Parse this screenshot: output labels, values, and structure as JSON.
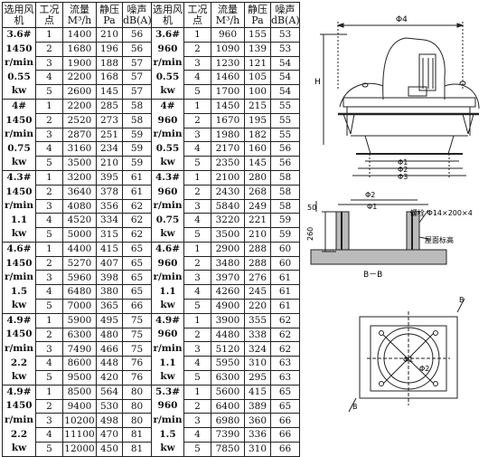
{
  "header": {
    "fan": "选用风机",
    "condition": "工况点",
    "flow": "流量M³/h",
    "pressure": "静压Pa",
    "noise": "噪声dB(A)"
  },
  "left_table": [
    {
      "fan": [
        "3.6#",
        "1450",
        "r/min",
        "0.55",
        "kw"
      ],
      "rows": [
        [
          "1",
          "1400",
          "210",
          "56"
        ],
        [
          "2",
          "1680",
          "196",
          "56"
        ],
        [
          "3",
          "1900",
          "188",
          "57"
        ],
        [
          "4",
          "2200",
          "168",
          "57"
        ],
        [
          "5",
          "2600",
          "145",
          "57"
        ]
      ]
    },
    {
      "fan": [
        "4#",
        "1450",
        "r/min",
        "0.75",
        "kw"
      ],
      "rows": [
        [
          "1",
          "2200",
          "285",
          "58"
        ],
        [
          "2",
          "2520",
          "273",
          "58"
        ],
        [
          "3",
          "2870",
          "251",
          "59"
        ],
        [
          "4",
          "3160",
          "234",
          "59"
        ],
        [
          "5",
          "3500",
          "210",
          "59"
        ]
      ]
    },
    {
      "fan": [
        "4.3#",
        "1450",
        "r/min",
        "1.1",
        "kw"
      ],
      "rows": [
        [
          "1",
          "3200",
          "395",
          "61"
        ],
        [
          "2",
          "3640",
          "378",
          "61"
        ],
        [
          "3",
          "4080",
          "356",
          "62"
        ],
        [
          "4",
          "4520",
          "334",
          "62"
        ],
        [
          "5",
          "5000",
          "315",
          "62"
        ]
      ]
    },
    {
      "fan": [
        "4.6#",
        "1450",
        "r/min",
        "1.5",
        "kw"
      ],
      "rows": [
        [
          "1",
          "4400",
          "415",
          "65"
        ],
        [
          "2",
          "5270",
          "407",
          "65"
        ],
        [
          "3",
          "5960",
          "398",
          "65"
        ],
        [
          "4",
          "6480",
          "380",
          "65"
        ],
        [
          "5",
          "7000",
          "365",
          "66"
        ]
      ]
    },
    {
      "fan": [
        "4.9#",
        "1450",
        "r/min",
        "2.2",
        "kw"
      ],
      "rows": [
        [
          "1",
          "5900",
          "495",
          "75"
        ],
        [
          "2",
          "6300",
          "480",
          "75"
        ],
        [
          "3",
          "7490",
          "466",
          "75"
        ],
        [
          "4",
          "8600",
          "448",
          "76"
        ],
        [
          "5",
          "9500",
          "420",
          "76"
        ]
      ]
    },
    {
      "fan": [
        "4.9#",
        "1450",
        "r/min",
        "2.2",
        "kw"
      ],
      "rows": [
        [
          "1",
          "8500",
          "564",
          "80"
        ],
        [
          "2",
          "9400",
          "530",
          "80"
        ],
        [
          "3",
          "10200",
          "498",
          "80"
        ],
        [
          "4",
          "11100",
          "470",
          "81"
        ],
        [
          "5",
          "12000",
          "450",
          "81"
        ]
      ]
    }
  ],
  "right_table": [
    {
      "fan": [
        "3.6#",
        "960",
        "r/min",
        "0.55",
        "kw"
      ],
      "rows": [
        [
          "1",
          "960",
          "155",
          "53"
        ],
        [
          "2",
          "1090",
          "139",
          "53"
        ],
        [
          "3",
          "1230",
          "121",
          "54"
        ],
        [
          "4",
          "1460",
          "105",
          "54"
        ],
        [
          "5",
          "1700",
          "100",
          "54"
        ]
      ]
    },
    {
      "fan": [
        "4#",
        "960",
        "r/min",
        "0.55",
        "kw"
      ],
      "rows": [
        [
          "1",
          "1450",
          "215",
          "55"
        ],
        [
          "2",
          "1670",
          "195",
          "55"
        ],
        [
          "3",
          "1980",
          "182",
          "55"
        ],
        [
          "4",
          "2170",
          "160",
          "56"
        ],
        [
          "5",
          "2350",
          "145",
          "56"
        ]
      ]
    },
    {
      "fan": [
        "4.3#",
        "960",
        "r/min",
        "0.75",
        "kw"
      ],
      "rows": [
        [
          "1",
          "2100",
          "280",
          "58"
        ],
        [
          "2",
          "2430",
          "268",
          "58"
        ],
        [
          "3",
          "5840",
          "249",
          "58"
        ],
        [
          "4",
          "3220",
          "221",
          "59"
        ],
        [
          "5",
          "3500",
          "210",
          "59"
        ]
      ]
    },
    {
      "fan": [
        "4.6#",
        "960",
        "r/min",
        "1.1",
        "kw"
      ],
      "rows": [
        [
          "1",
          "2900",
          "288",
          "60"
        ],
        [
          "2",
          "3480",
          "288",
          "60"
        ],
        [
          "3",
          "3970",
          "276",
          "61"
        ],
        [
          "4",
          "4260",
          "245",
          "61"
        ],
        [
          "5",
          "4900",
          "220",
          "61"
        ]
      ]
    },
    {
      "fan": [
        "4.9#",
        "960",
        "r/min",
        "1.1",
        "kw"
      ],
      "rows": [
        [
          "1",
          "3900",
          "355",
          "62"
        ],
        [
          "2",
          "4480",
          "338",
          "62"
        ],
        [
          "3",
          "5120",
          "324",
          "62"
        ],
        [
          "4",
          "5950",
          "310",
          "63"
        ],
        [
          "5",
          "6300",
          "295",
          "63"
        ]
      ]
    },
    {
      "fan": [
        "5.3#",
        "960",
        "r/min",
        "1.5",
        "kw"
      ],
      "rows": [
        [
          "1",
          "5600",
          "415",
          "65"
        ],
        [
          "2",
          "6400",
          "389",
          "65"
        ],
        [
          "3",
          "6980",
          "360",
          "66"
        ],
        [
          "4",
          "7390",
          "336",
          "66"
        ],
        [
          "5",
          "7850",
          "310",
          "66"
        ]
      ]
    }
  ],
  "diagram": {
    "phi4": "Φ4",
    "H": "H",
    "phi1": "Φ1",
    "phi2": "Φ2",
    "phi3": "Φ3",
    "dim50": "50",
    "dim260": "260",
    "bolt": "螺栓 Φ14×200×4",
    "roof": "屋面标高",
    "section": "B－B",
    "b_mark": "B",
    "plan_phi1": "Φ1",
    "plan_phi2": "Φ2"
  }
}
